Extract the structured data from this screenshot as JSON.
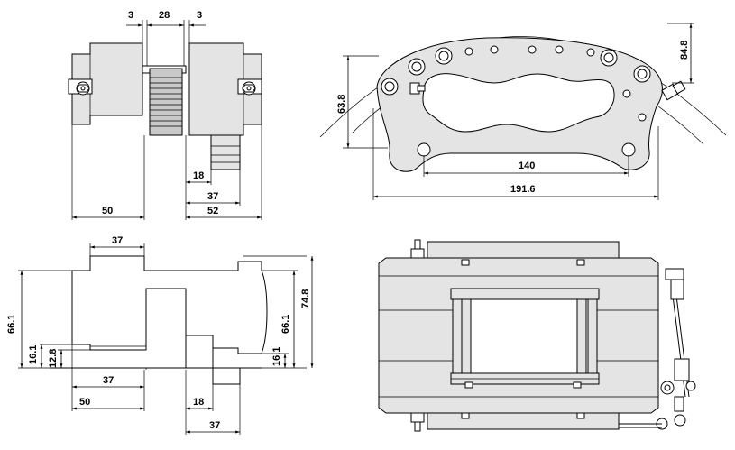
{
  "front_view": {
    "dims": {
      "top_left_gap": "3",
      "top_center_width": "28",
      "top_right_gap": "3",
      "bottom_right_18": "18",
      "bottom_right_37": "37",
      "bottom_left_50": "50",
      "bottom_right_52": "52"
    }
  },
  "arc_view": {
    "dims": {
      "left_height": "63.8",
      "right_height": "84.8",
      "hole_span": "140",
      "overall_width": "191.6"
    }
  },
  "section_view": {
    "dims": {
      "top_width": "37",
      "left_height": "66.1",
      "right_height_66": "66.1",
      "right_height_74": "74.8",
      "left_16": "16.1",
      "left_12": "12.8",
      "right_16": "16.1",
      "inner_37": "37",
      "bottom_50": "50",
      "bottom_18": "18",
      "bottom_37": "37"
    }
  },
  "top_view": {}
}
